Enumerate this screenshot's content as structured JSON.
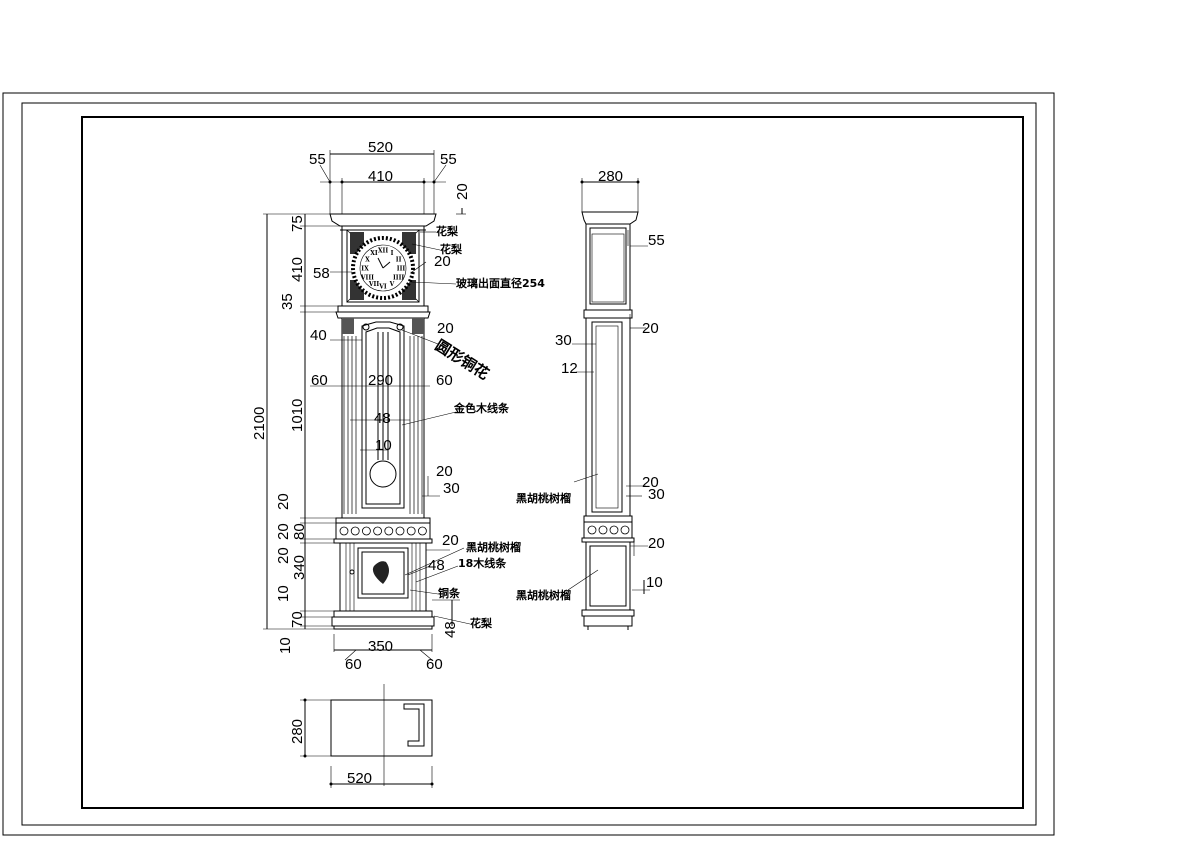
{
  "drawing": {
    "front": {
      "width_total": "520",
      "width_inner": "410",
      "left_overhang": "55",
      "right_overhang": "55",
      "top_gap": "20",
      "height_total": "2100",
      "crown": "75",
      "hood": "410",
      "hood_base": "35",
      "waist": "1010",
      "mid_a": "20",
      "mid_b": "20",
      "mid_c": "80",
      "mid_d": "20",
      "base": "340",
      "base_a": "10",
      "plinth": "70",
      "foot": "10",
      "face_offset": "58",
      "face_right": "20",
      "waist_left": "40",
      "waist_right": "20",
      "panel_left": "60",
      "panel_mid": "290",
      "panel_right": "60",
      "pendulum_a": "48",
      "pendulum_b": "10",
      "side_a": "20",
      "side_b": "30",
      "base_right": "20",
      "base_door": "48",
      "plinth_right": "48",
      "bottom_width": "350",
      "bottom_left": "60",
      "bottom_right": "60"
    },
    "side": {
      "depth": "280",
      "crown": "55",
      "waist_top": "20",
      "panel_left": "30",
      "panel_inset": "12",
      "waist_bottom_a": "20",
      "waist_bottom_b": "30",
      "base_top": "20",
      "foot": "10"
    },
    "plan": {
      "depth": "280",
      "width": "520"
    },
    "notes": {
      "huali_top": "花梨",
      "huali_face": "花梨",
      "glass": "玻璃出面直径254",
      "copper_flower": "圆形铜花",
      "gold_line": "金色木线条",
      "walnut_door": "黑胡桃树榴",
      "wood_line": "18木线条",
      "copper_strip": "铜条",
      "huali_base": "花梨",
      "walnut_side_waist": "黑胡桃树榴",
      "walnut_side_base": "黑胡桃树榴"
    },
    "dial_numerals": [
      "XII",
      "I",
      "II",
      "III",
      "IIII",
      "V",
      "VI",
      "VII",
      "VIII",
      "IX",
      "X",
      "XI"
    ]
  }
}
